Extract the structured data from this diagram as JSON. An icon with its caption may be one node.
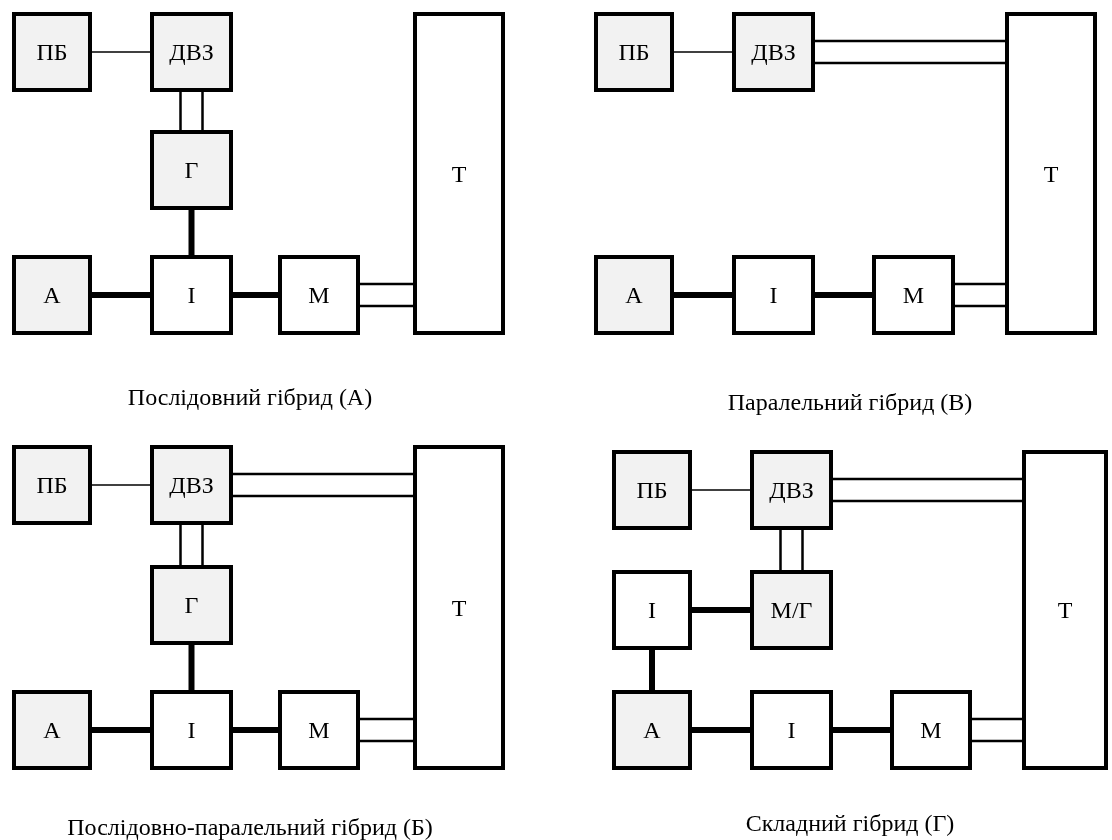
{
  "diagram": {
    "nodes": [
      {
        "text": [
          "ПБ"
        ]
      },
      {
        "text": [
          "ДВЗ"
        ]
      },
      {
        "text": [
          "Г"
        ]
      },
      {
        "text": [
          "Т"
        ]
      },
      {
        "text": [
          "А"
        ]
      },
      {
        "text": [
          "І"
        ]
      },
      {
        "text": [
          "М"
        ]
      },
      {
        "text": [
          "ПБ"
        ]
      },
      {
        "text": [
          "ДВЗ"
        ]
      },
      {
        "text": [
          "Т"
        ]
      },
      {
        "text": [
          "А"
        ]
      },
      {
        "text": [
          "І"
        ]
      },
      {
        "text": [
          "М"
        ]
      },
      {
        "text": [
          "ПБ"
        ]
      },
      {
        "text": [
          "ДВЗ"
        ]
      },
      {
        "text": [
          "Г"
        ]
      },
      {
        "text": [
          "Т"
        ]
      },
      {
        "text": [
          "А"
        ]
      },
      {
        "text": [
          "І"
        ]
      },
      {
        "text": [
          "М"
        ]
      },
      {
        "text": [
          "ПБ"
        ]
      },
      {
        "text": [
          "ДВЗ"
        ]
      },
      {
        "text": [
          "Т"
        ]
      },
      {
        "text": [
          "І"
        ]
      },
      {
        "text": [
          "М/Г"
        ]
      },
      {
        "text": [
          "А"
        ]
      },
      {
        "text": [
          "І"
        ]
      },
      {
        "text": [
          "М"
        ]
      }
    ],
    "edges": [
      {
        "from": 0,
        "to": 1,
        "arrow": "none"
      },
      {
        "from": 1,
        "to": 2,
        "arrow": "none"
      },
      {
        "from": 2,
        "to": 5,
        "arrow": "none",
        "style": "thick"
      },
      {
        "from": 4,
        "to": 5,
        "arrow": "none",
        "style": "thick"
      },
      {
        "from": 5,
        "to": 6,
        "arrow": "none",
        "style": "thick"
      },
      {
        "from": 6,
        "to": 3,
        "arrow": "none"
      },
      {
        "from": 7,
        "to": 8,
        "arrow": "none"
      },
      {
        "from": 8,
        "to": 9,
        "arrow": "none"
      },
      {
        "from": 10,
        "to": 11,
        "arrow": "none",
        "style": "thick"
      },
      {
        "from": 11,
        "to": 12,
        "arrow": "none",
        "style": "thick"
      },
      {
        "from": 12,
        "to": 9,
        "arrow": "none"
      },
      {
        "from": 13,
        "to": 14,
        "arrow": "none"
      },
      {
        "from": 14,
        "to": 16,
        "arrow": "none"
      },
      {
        "from": 14,
        "to": 15,
        "arrow": "none"
      },
      {
        "from": 15,
        "to": 18,
        "arrow": "none",
        "style": "thick"
      },
      {
        "from": 17,
        "to": 18,
        "arrow": "none",
        "style": "thick"
      },
      {
        "from": 18,
        "to": 19,
        "arrow": "none",
        "style": "thick"
      },
      {
        "from": 19,
        "to": 16,
        "arrow": "none"
      },
      {
        "from": 20,
        "to": 21,
        "arrow": "none"
      },
      {
        "from": 21,
        "to": 22,
        "arrow": "none"
      },
      {
        "from": 21,
        "to": 24,
        "arrow": "none"
      },
      {
        "from": 23,
        "to": 24,
        "arrow": "none",
        "style": "thick"
      },
      {
        "from": 23,
        "to": 25,
        "arrow": "none",
        "style": "thick"
      },
      {
        "from": 25,
        "to": 26,
        "arrow": "none",
        "style": "thick"
      },
      {
        "from": 26,
        "to": 27,
        "arrow": "none",
        "style": "thick"
      },
      {
        "from": 27,
        "to": 22,
        "arrow": "none"
      }
    ],
    "labels": [
      "Послідовний гібрид (А)",
      "Паралельний гібрид (В)",
      "Послідовно-паралельний гібрид (Б)",
      "Складний гібрид (Г)"
    ]
  }
}
